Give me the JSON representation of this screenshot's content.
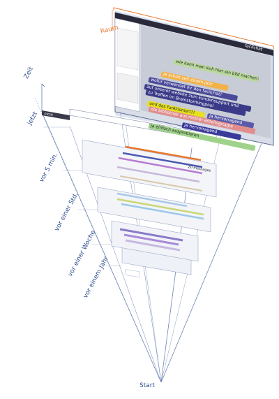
{
  "labels": {
    "raum": "Raum",
    "zeit": "Zeit",
    "start": "Start",
    "time_axis": [
      "jetzt",
      "vor 5 min.",
      "vor einer Std.",
      "vor einer Woche",
      "vor einem Jahr"
    ]
  },
  "chat": {
    "app_name": "facilchat",
    "footer_status": "nicht",
    "timestamp": "20 messages",
    "messages": [
      {
        "text": "wie kann man sich hier ein bild machen?",
        "color": "#b9d99a"
      },
      {
        "text": "ja schon seit einem jahr",
        "color": "#f2b24a"
      },
      {
        "text": "ja hervorragend",
        "color": "#5a5aa8"
      },
      {
        "text": "wofür verwendet ihr den facilchat?",
        "color": "#4a4a9a"
      },
      {
        "text": "auf unserer website zum kundensupport und",
        "color": "#3a3a88"
      },
      {
        "text": "zu Treffen im Brainstormingpool",
        "color": "#3a3a88"
      },
      {
        "text": "und das funktioniert?!",
        "color": "#e6e01e"
      },
      {
        "text": "die bibliothek aus meiner arbeitsgruppe",
        "color": "#e08d8d"
      },
      {
        "text": "ja hervorragend",
        "color": "#3a3a9a"
      },
      {
        "text": "ja einfach ausprobieren",
        "color": "#9fd28a"
      }
    ]
  },
  "colors": {
    "accent": "#e8772e",
    "axis": "#2f4f8f",
    "layer_line": "#7a8fb8"
  }
}
